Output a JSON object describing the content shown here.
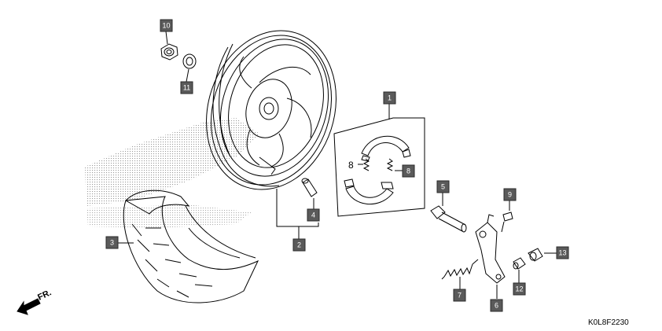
{
  "callouts": [
    {
      "id": "c10",
      "label": "10"
    },
    {
      "id": "c11",
      "label": "11"
    },
    {
      "id": "c1",
      "label": "1"
    },
    {
      "id": "c8",
      "label": "8"
    },
    {
      "id": "c5",
      "label": "5"
    },
    {
      "id": "c9",
      "label": "9"
    },
    {
      "id": "c4",
      "label": "4"
    },
    {
      "id": "c2",
      "label": "2"
    },
    {
      "id": "c3",
      "label": "3"
    },
    {
      "id": "c13",
      "label": "13"
    },
    {
      "id": "c7",
      "label": "7"
    },
    {
      "id": "c12",
      "label": "12"
    },
    {
      "id": "c6",
      "label": "6"
    }
  ],
  "plain_label_8": "8",
  "front_arrow_label": "FR.",
  "diagram_code": "K0L8F2230"
}
